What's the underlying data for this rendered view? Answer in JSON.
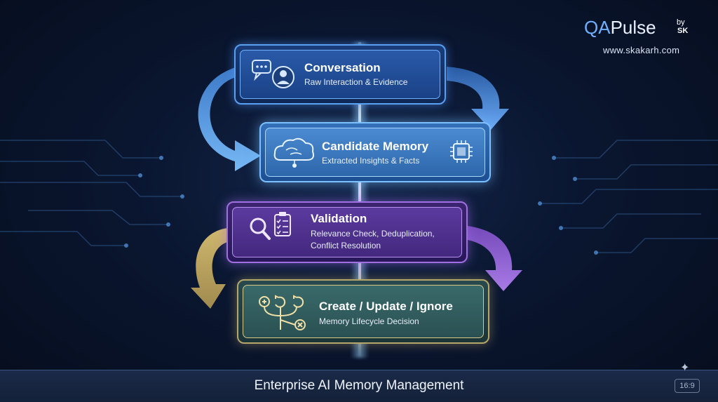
{
  "brand": {
    "qa": "QA",
    "pulse": "Pulse",
    "by": "by",
    "sk": "SK",
    "url": "www.skakarh.com"
  },
  "steps": [
    {
      "title": "Conversation",
      "subtitle": "Raw Interaction & Evidence",
      "icon": "chat-user-icon",
      "color": "#2a5aa8"
    },
    {
      "title": "Candidate Memory",
      "subtitle": "Extracted Insights & Facts",
      "icon": "cloud-brain-icon",
      "color": "#4b8bd2"
    },
    {
      "title": "Validation",
      "subtitle_line1": "Relevance Check, Deduplication,",
      "subtitle_line2": "Conflict Resolution",
      "icon": "magnifier-checklist-icon",
      "color": "#5b3a9e"
    },
    {
      "title": "Create / Update / Ignore",
      "subtitle": "Memory Lifecycle Decision",
      "icon": "branch-decision-icon",
      "color": "#3a6a6a"
    }
  ],
  "footer": {
    "title": "Enterprise AI Memory Management",
    "ratio": "16:9"
  }
}
